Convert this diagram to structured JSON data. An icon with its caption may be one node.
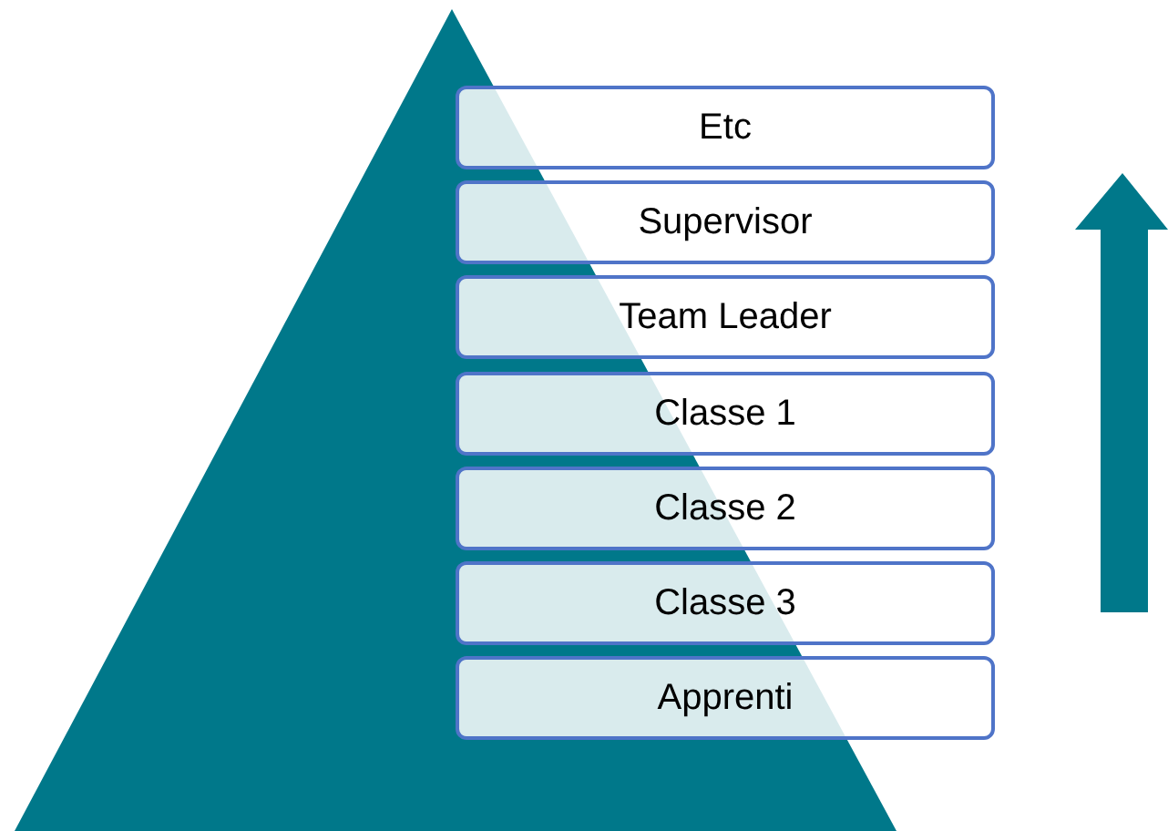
{
  "diagram": {
    "nodes": [
      {
        "text": [
          "Etc"
        ]
      },
      {
        "text": [
          "Supervisor"
        ]
      },
      {
        "text": [
          "Team Leader"
        ]
      },
      {
        "text": [
          "Classe 1"
        ]
      },
      {
        "text": [
          "Classe 2"
        ]
      },
      {
        "text": [
          "Classe 3"
        ]
      },
      {
        "text": [
          "Apprenti"
        ]
      }
    ]
  }
}
